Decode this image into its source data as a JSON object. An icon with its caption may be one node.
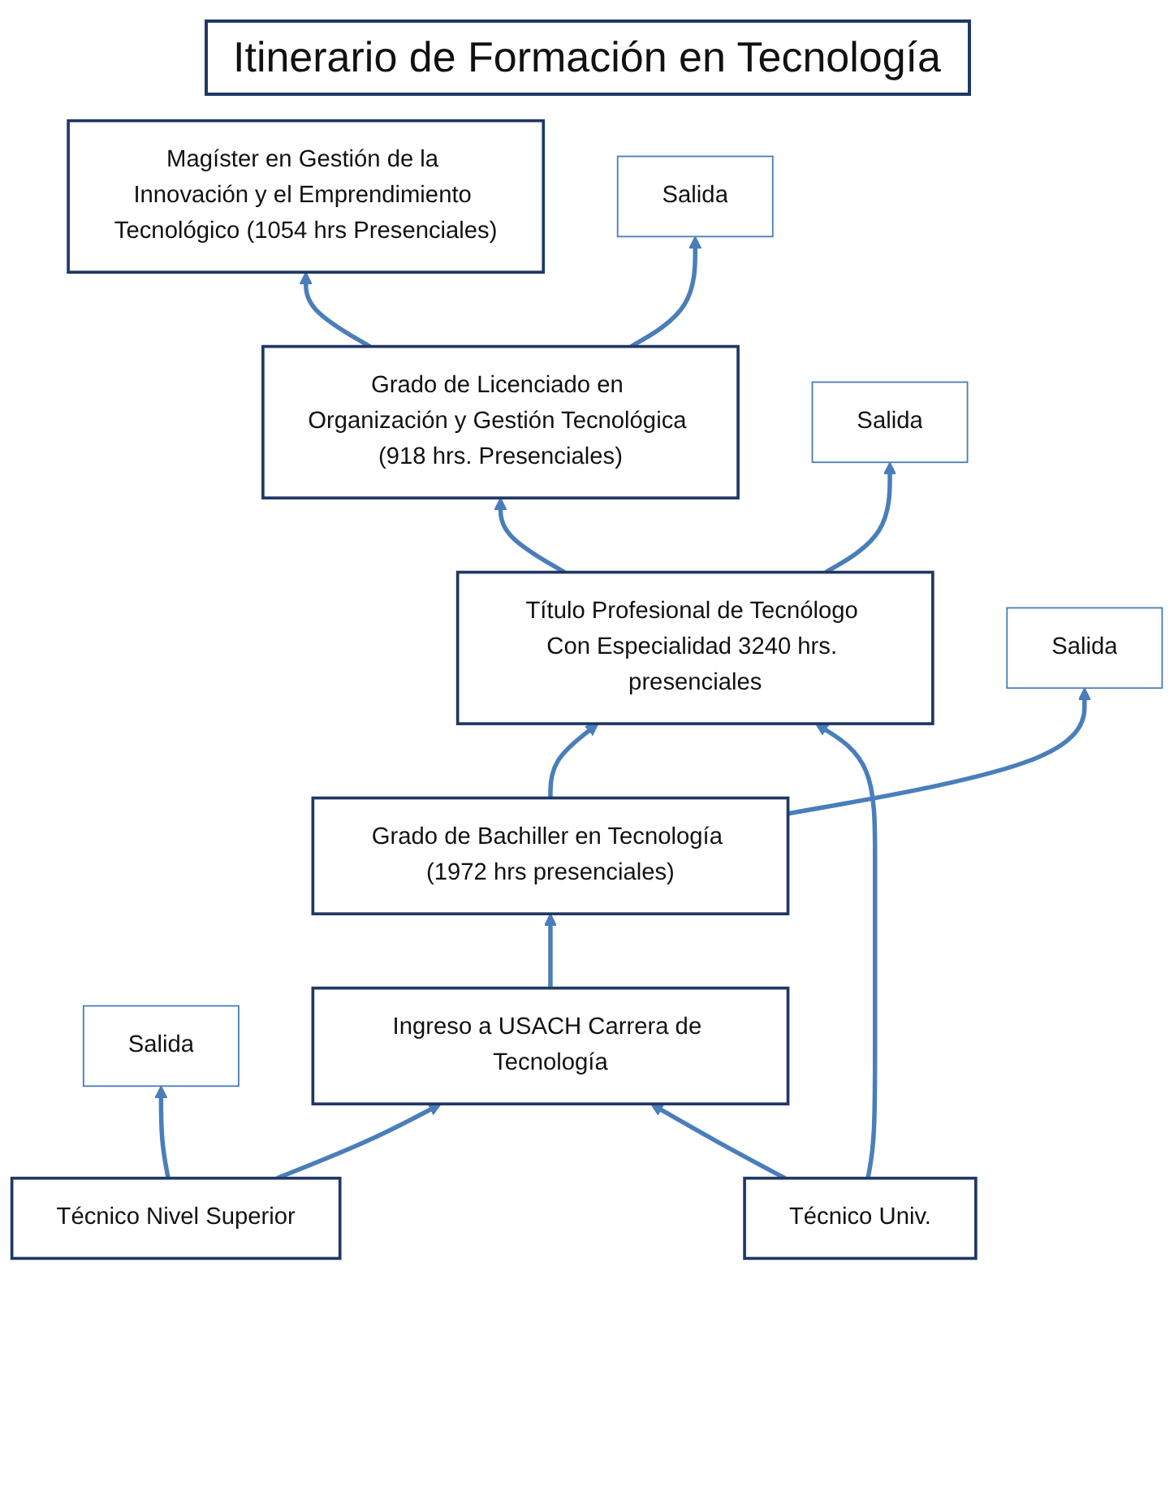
{
  "diagram": {
    "title": "Itinerario de Formación en Tecnología",
    "nodes": [
      {
        "text": [
          "Magíster en Gestión de la Innovación y el Emprendimiento Tecnológico (1054 hrs Presenciales)"
        ]
      },
      {
        "text": [
          "Salida"
        ]
      },
      {
        "text": [
          "Grado de Licenciado en Organización y Gestión Tecnológica (918 hrs. Presenciales)"
        ]
      },
      {
        "text": [
          "Salida"
        ]
      },
      {
        "text": [
          "Título Profesional de Tecnólogo Con Especialidad 3240 hrs. presenciales"
        ]
      },
      {
        "text": [
          "Salida"
        ]
      },
      {
        "text": [
          "Grado de Bachiller en Tecnología (1972 hrs presenciales)"
        ]
      },
      {
        "text": [
          "Salida"
        ]
      },
      {
        "text": [
          "Ingreso a USACH Carrera de Tecnología"
        ]
      },
      {
        "text": [
          "Técnico Nivel Superior"
        ]
      },
      {
        "text": [
          "Técnico Univ."
        ]
      }
    ],
    "edges": [
      {
        "from": 2,
        "to": 0,
        "arrow": "to"
      },
      {
        "from": 2,
        "to": 1,
        "arrow": "to"
      },
      {
        "from": 4,
        "to": 2,
        "arrow": "to"
      },
      {
        "from": 4,
        "to": 3,
        "arrow": "to"
      },
      {
        "from": 6,
        "to": 4,
        "arrow": "to"
      },
      {
        "from": 6,
        "to": 5,
        "arrow": "to"
      },
      {
        "from": 8,
        "to": 6,
        "arrow": "to"
      },
      {
        "from": 9,
        "to": 7,
        "arrow": "to"
      },
      {
        "from": 9,
        "to": 8,
        "arrow": "to"
      },
      {
        "from": 10,
        "to": 8,
        "arrow": "to"
      },
      {
        "from": 10,
        "to": 4,
        "arrow": "to"
      }
    ]
  }
}
